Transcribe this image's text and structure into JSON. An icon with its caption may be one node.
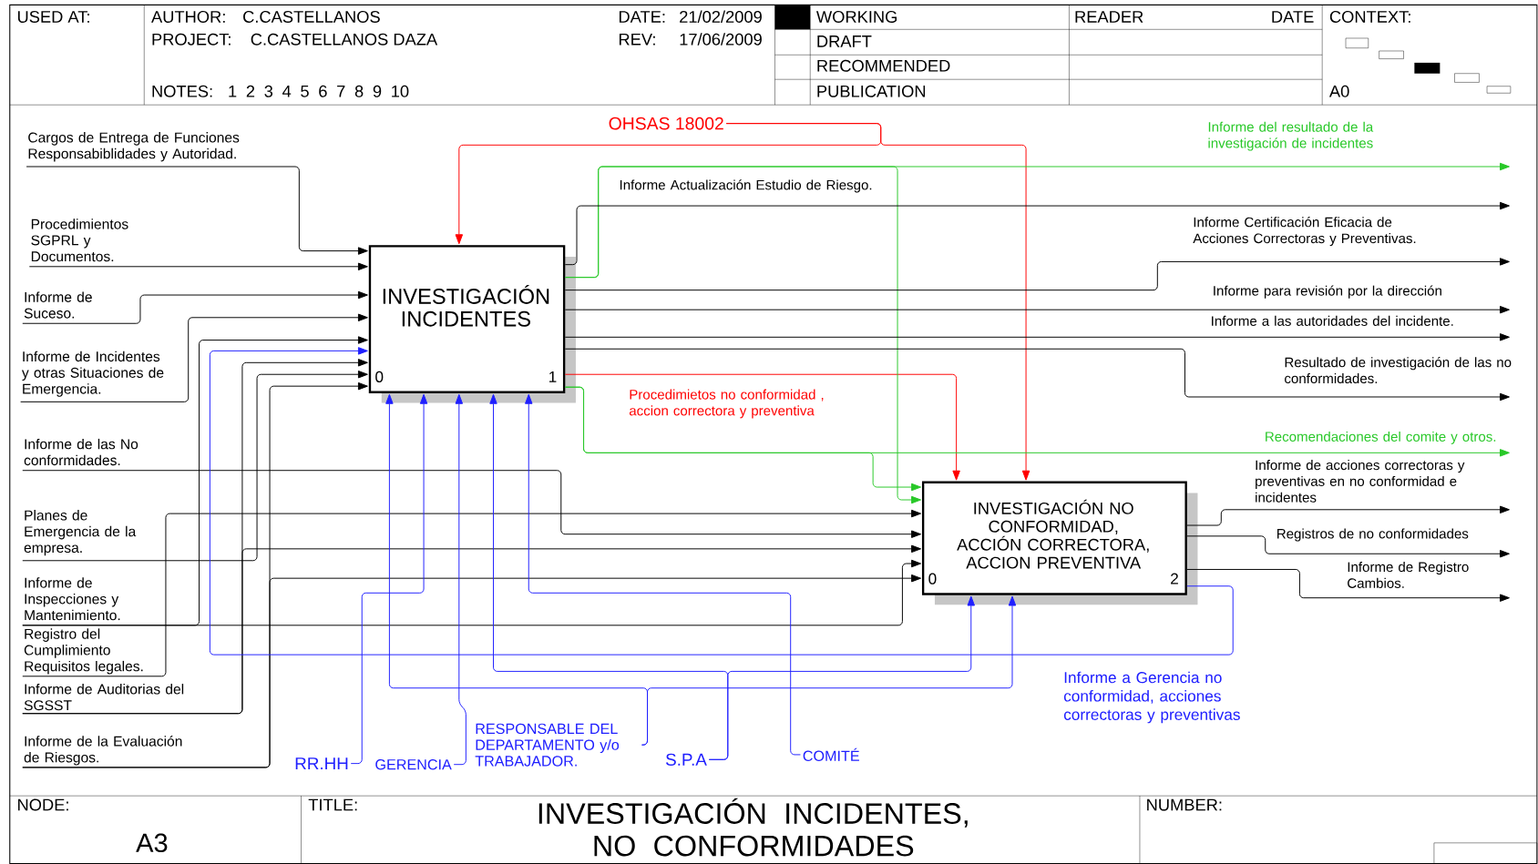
{
  "diagram": {
    "title": "INVESTIGACIÓN INCIDENTES, NO CONFORMIDADES",
    "nodes": [
      {
        "text": [
          "INVESTIGACIÓN INCIDENTES",
          "0",
          "1"
        ]
      },
      {
        "text": [
          "INVESTIGACIÓN NO CONFORMIDAD, ACCIÓN CORRECTORA, ACCION PREVENTIVA",
          "0",
          "2"
        ]
      },
      {
        "text": [
          "Cargos de Entrega de Funciones Responsabiblidades y Autoridad."
        ]
      },
      {
        "text": [
          "Procedimientos SGPRL y Documentos."
        ]
      },
      {
        "text": [
          "Informe de Suceso."
        ]
      },
      {
        "text": [
          "Informe de Incidentes y otras Situaciones de Emergencia."
        ]
      },
      {
        "text": [
          "Informe de las No conformidades."
        ]
      },
      {
        "text": [
          "Planes de Emergencia de la empresa."
        ]
      },
      {
        "text": [
          "Informe de Inspecciones y Mantenimiento."
        ]
      },
      {
        "text": [
          "Registro del Cumplimiento Requisitos legales."
        ]
      },
      {
        "text": [
          "Informe de Auditorias del SGSST"
        ]
      },
      {
        "text": [
          "Informe de la Evaluación de Riesgos."
        ]
      },
      {
        "text": [
          "OHSAS 18002"
        ]
      },
      {
        "text": [
          "RR.HH"
        ]
      },
      {
        "text": [
          "GERENCIA"
        ]
      },
      {
        "text": [
          "RESPONSABLE DEL DEPARTAMENTO y/o TRABAJADOR."
        ]
      },
      {
        "text": [
          "S.P.A"
        ]
      },
      {
        "text": [
          "COMITÉ"
        ]
      }
    ],
    "edges": [
      {
        "from": 2,
        "to": 0,
        "arrow": "to"
      },
      {
        "from": 3,
        "to": 0,
        "arrow": "to"
      },
      {
        "from": 4,
        "to": 0,
        "arrow": "to"
      },
      {
        "from": 5,
        "to": 0,
        "arrow": "to"
      },
      {
        "from": 6,
        "to": 1,
        "arrow": "to"
      },
      {
        "from": 7,
        "to": 0,
        "arrow": "to"
      },
      {
        "from": 8,
        "to": 0,
        "arrow": "to"
      },
      {
        "from": 8,
        "to": 1,
        "arrow": "to"
      },
      {
        "from": 9,
        "to": 1,
        "arrow": "to"
      },
      {
        "from": 10,
        "to": 0,
        "arrow": "to"
      },
      {
        "from": 10,
        "to": 1,
        "arrow": "to"
      },
      {
        "from": 11,
        "to": 0,
        "arrow": "to"
      },
      {
        "from": 11,
        "to": 1,
        "arrow": "to"
      },
      {
        "from": 12,
        "to": 0,
        "arrow": "to",
        "color": "#ff0000"
      },
      {
        "from": 12,
        "to": 1,
        "arrow": "to",
        "color": "#ff0000"
      },
      {
        "from": 0,
        "to": 1,
        "arrow": "to",
        "label": "Procedimietos no conformidad , accion correctora y preventiva",
        "color": "#ff0000"
      },
      {
        "from": 0,
        "to": null,
        "arrow": "to",
        "label": "Informe del resultado de la investigación de incidentes",
        "color": "#28c828"
      },
      {
        "from": 0,
        "to": 1,
        "arrow": "to",
        "color": "#28c828"
      },
      {
        "from": 0,
        "to": null,
        "arrow": "to",
        "label": "Informe Actualización Estudio de Riesgo."
      },
      {
        "from": 0,
        "to": null,
        "arrow": "to",
        "label": "Informe Certificación Eficacia de Acciones Correctoras y Preventivas."
      },
      {
        "from": 0,
        "to": null,
        "arrow": "to",
        "label": "Informe para revisión por la dirección"
      },
      {
        "from": 0,
        "to": null,
        "arrow": "to",
        "label": "Informe a las autoridades del incidente."
      },
      {
        "from": 0,
        "to": null,
        "arrow": "to",
        "label": "Resultado de investigación de las no conformidades."
      },
      {
        "from": 0,
        "to": null,
        "arrow": "to",
        "label": "Recomendaciones del comite y otros.",
        "color": "#28c828"
      },
      {
        "from": 0,
        "to": 1,
        "arrow": "to",
        "color": "#28c828"
      },
      {
        "from": 1,
        "to": null,
        "arrow": "to",
        "label": "Informe de acciones correctoras y preventivas en no conformidad e incidentes"
      },
      {
        "from": 1,
        "to": null,
        "arrow": "to",
        "label": "Registros de no conformidades"
      },
      {
        "from": 1,
        "to": null,
        "arrow": "to",
        "label": "Informe de Registro Cambios."
      },
      {
        "from": 1,
        "to": 0,
        "arrow": "to",
        "label": "Informe a Gerencia no conformidad, acciones correctoras y preventivas",
        "color": "#1f1fff"
      },
      {
        "from": 13,
        "to": 0,
        "arrow": "to",
        "color": "#1f1fff"
      },
      {
        "from": 14,
        "to": 0,
        "arrow": "to",
        "color": "#1f1fff"
      },
      {
        "from": 15,
        "to": 0,
        "arrow": "to",
        "color": "#1f1fff"
      },
      {
        "from": 15,
        "to": 1,
        "arrow": "to",
        "color": "#1f1fff"
      },
      {
        "from": 16,
        "to": 0,
        "arrow": "to",
        "color": "#1f1fff"
      },
      {
        "from": 16,
        "to": 1,
        "arrow": "to",
        "color": "#1f1fff"
      },
      {
        "from": 17,
        "to": 0,
        "arrow": "to",
        "color": "#1f1fff"
      }
    ],
    "labels": [
      "USED AT:",
      "AUTHOR:",
      "C.CASTELLANOS",
      "DATE:",
      "21/02/2009",
      "WORKING",
      "READER",
      "DATE",
      "CONTEXT:",
      "PROJECT:",
      "C.CASTELLANOS DAZA",
      "REV:",
      "17/06/2009",
      "DRAFT",
      "RECOMMENDED",
      "NOTES:",
      "1 2 3 4 5 6 7 8 9 10",
      "PUBLICATION",
      "A0",
      "NODE:",
      "TITLE:",
      "NUMBER:",
      "A3"
    ]
  }
}
